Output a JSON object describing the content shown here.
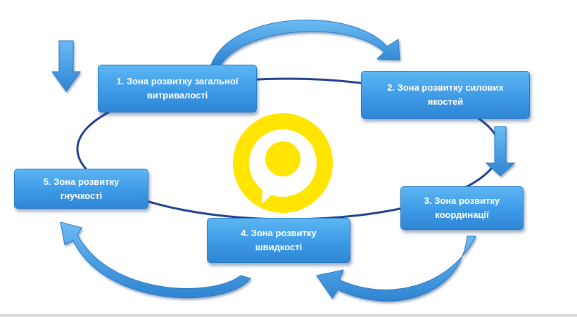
{
  "zones": [
    {
      "number": "1.",
      "lines": [
        "1. Зона розвитку загальної",
        "витривалості"
      ]
    },
    {
      "number": "2.",
      "lines": [
        "2.  Зона розвитку силових",
        "якостей"
      ]
    },
    {
      "number": "3.",
      "lines": [
        "3. Зона розвитку",
        "координації"
      ]
    },
    {
      "number": "4.",
      "lines": [
        "4. Зона розвитку",
        "швидкості"
      ]
    },
    {
      "number": "5.",
      "lines": [
        "5. Зона розвитку",
        "гнучкості"
      ]
    }
  ],
  "colors": {
    "box_fill": "#3d9ae6",
    "arrow_fill": "#3e92de",
    "ellipse_stroke": "#1f3f8f",
    "logo_yellow": "#ffe500"
  },
  "icons": {
    "logo": "chat-bubble-target-logo",
    "start_arrow": "arrow-down-icon",
    "arrows": [
      "curved-arrow-icon",
      "arrow-down-icon",
      "curved-arrow-icon",
      "curved-arrow-icon"
    ]
  }
}
